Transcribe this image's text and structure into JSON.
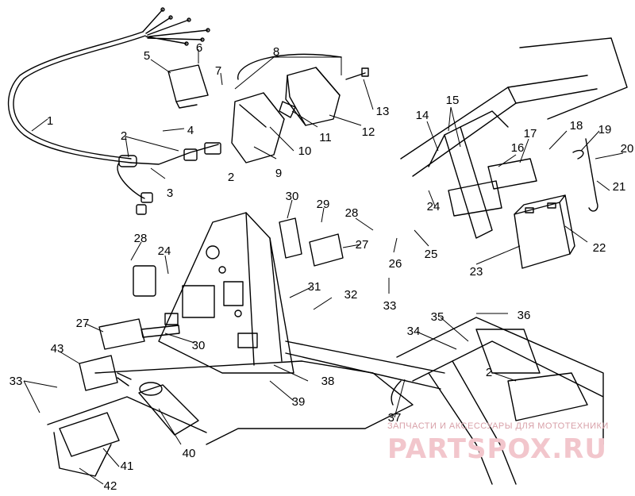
{
  "diagram": {
    "callouts": [
      "1",
      "2",
      "2",
      "3",
      "4",
      "5",
      "6",
      "7",
      "8",
      "9",
      "10",
      "11",
      "12",
      "13",
      "14",
      "15",
      "16",
      "17",
      "18",
      "19",
      "20",
      "21",
      "22",
      "23",
      "24",
      "24",
      "25",
      "26",
      "27",
      "27",
      "28",
      "28",
      "29",
      "30",
      "30",
      "31",
      "32",
      "33",
      "33",
      "34",
      "35",
      "2",
      "36",
      "37",
      "38",
      "39",
      "40",
      "41",
      "42",
      "43"
    ]
  },
  "watermark": {
    "caption": "ЗАПЧАСТИ И АКСЕССУАРЫ ДЛЯ МОТОТЕХНИКИ",
    "brand": "PARTSPOX.RU"
  },
  "colors": {
    "line": "#000000",
    "watermark": "#e8a0aa"
  }
}
